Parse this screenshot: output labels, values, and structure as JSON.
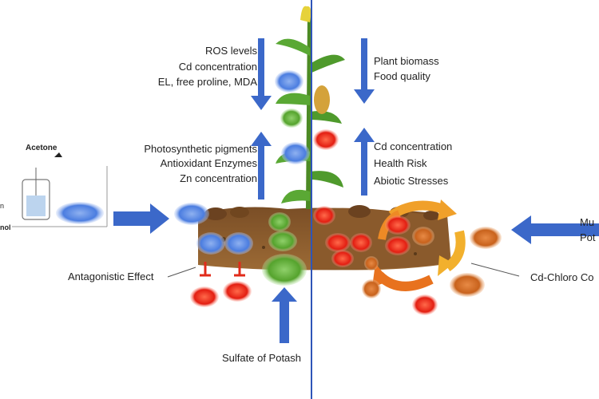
{
  "left_top_effects": [
    "ROS levels",
    "Cd concentration",
    "EL, free proline, MDA"
  ],
  "left_mid_effects": [
    "Photosynthetic pigments",
    "Antioxidant Enzymes",
    "Zn concentration"
  ],
  "right_top_effects": [
    "Plant biomass",
    "Food quality"
  ],
  "right_mid_effects": [
    "Cd concentration",
    "Health Risk",
    "Abiotic Stresses"
  ],
  "acetone_label": "Acetone",
  "left_edge_fragments": [
    "n",
    "nol"
  ],
  "antagonistic_label": "Antagonistic Effect",
  "sulfate_label": "Sulfate of Potash",
  "right_edge_fragments": [
    "Mu",
    "Pot"
  ],
  "cd_chloro_label": "Cd-Chloro Co",
  "colors": {
    "arrow_blue": "#3b68c9",
    "cd_red": "#e12b1a",
    "soil_brown": "#8b5a2b",
    "cycle_orange": "#f0a02a",
    "leaf_green": "#4f9a2c",
    "divider": "#2f55b8"
  }
}
